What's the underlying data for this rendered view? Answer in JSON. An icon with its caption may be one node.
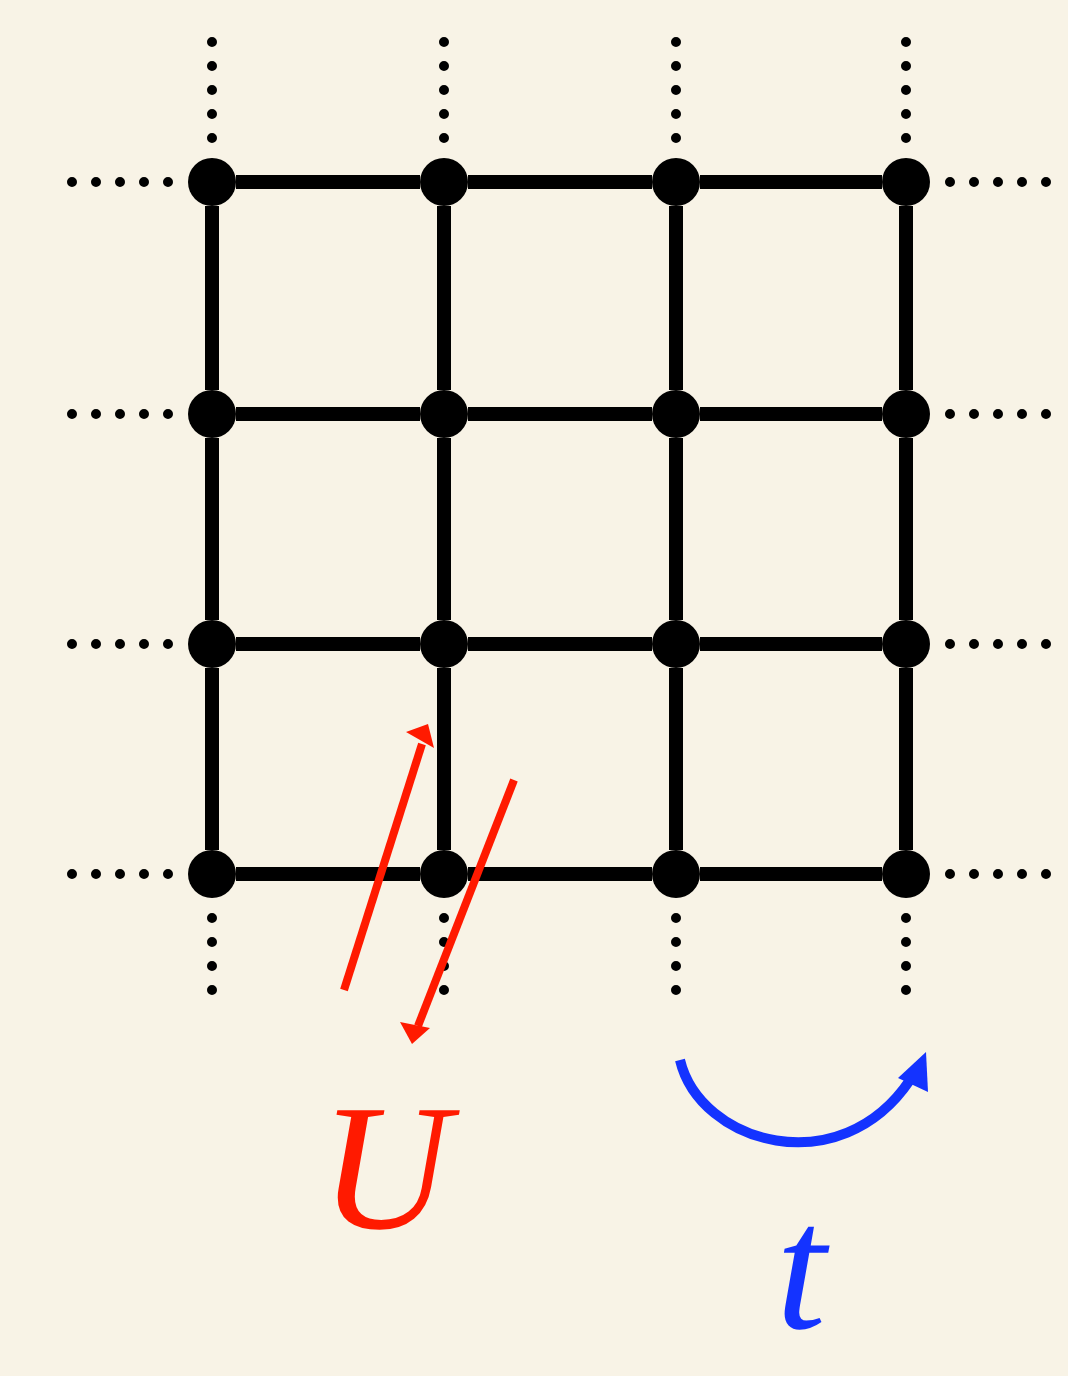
{
  "diagram": {
    "nodes": [
      {
        "text": [],
        "shape": "circle"
      },
      {
        "text": [],
        "shape": "circle"
      },
      {
        "text": [],
        "shape": "circle"
      },
      {
        "text": [],
        "shape": "circle"
      },
      {
        "text": [],
        "shape": "circle"
      },
      {
        "text": [],
        "shape": "circle"
      },
      {
        "text": [],
        "shape": "circle"
      },
      {
        "text": [],
        "shape": "circle"
      },
      {
        "text": [],
        "shape": "circle"
      },
      {
        "text": [],
        "shape": "circle"
      },
      {
        "text": [],
        "shape": "circle"
      },
      {
        "text": [],
        "shape": "circle"
      },
      {
        "text": [],
        "shape": "circle"
      },
      {
        "text": [],
        "shape": "circle"
      },
      {
        "text": [],
        "shape": "circle"
      },
      {
        "text": [],
        "shape": "circle"
      }
    ],
    "edges": [
      {
        "from": 0,
        "to": 1,
        "arrow": "none"
      },
      {
        "from": 1,
        "to": 2,
        "arrow": "none"
      },
      {
        "from": 2,
        "to": 3,
        "arrow": "none"
      },
      {
        "from": 4,
        "to": 5,
        "arrow": "none"
      },
      {
        "from": 5,
        "to": 6,
        "arrow": "none"
      },
      {
        "from": 6,
        "to": 7,
        "arrow": "none"
      },
      {
        "from": 8,
        "to": 9,
        "arrow": "none"
      },
      {
        "from": 9,
        "to": 10,
        "arrow": "none"
      },
      {
        "from": 10,
        "to": 11,
        "arrow": "none"
      },
      {
        "from": 12,
        "to": 13,
        "arrow": "none"
      },
      {
        "from": 13,
        "to": 14,
        "arrow": "none"
      },
      {
        "from": 14,
        "to": 15,
        "arrow": "none"
      },
      {
        "from": 0,
        "to": 4,
        "arrow": "none"
      },
      {
        "from": 4,
        "to": 8,
        "arrow": "none"
      },
      {
        "from": 8,
        "to": 12,
        "arrow": "none"
      },
      {
        "from": 1,
        "to": 5,
        "arrow": "none"
      },
      {
        "from": 5,
        "to": 9,
        "arrow": "none"
      },
      {
        "from": 9,
        "to": 13,
        "arrow": "none"
      },
      {
        "from": 2,
        "to": 6,
        "arrow": "none"
      },
      {
        "from": 6,
        "to": 10,
        "arrow": "none"
      },
      {
        "from": 10,
        "to": 14,
        "arrow": "none"
      },
      {
        "from": 3,
        "to": 7,
        "arrow": "none"
      },
      {
        "from": 7,
        "to": 11,
        "arrow": "none"
      },
      {
        "from": 11,
        "to": 15,
        "arrow": "none"
      },
      {
        "from": 0,
        "to": null,
        "arrow": "none",
        "style": "dashed"
      },
      {
        "from": 1,
        "to": null,
        "arrow": "none",
        "style": "dashed"
      },
      {
        "from": 2,
        "to": null,
        "arrow": "none",
        "style": "dashed"
      },
      {
        "from": 3,
        "to": null,
        "arrow": "none",
        "style": "dashed"
      },
      {
        "from": 0,
        "to": null,
        "arrow": "none",
        "style": "dashed"
      },
      {
        "from": 4,
        "to": null,
        "arrow": "none",
        "style": "dashed"
      },
      {
        "from": 8,
        "to": null,
        "arrow": "none",
        "style": "dashed"
      },
      {
        "from": 12,
        "to": null,
        "arrow": "none",
        "style": "dashed"
      },
      {
        "from": 3,
        "to": null,
        "arrow": "none",
        "style": "dashed"
      },
      {
        "from": 7,
        "to": null,
        "arrow": "none",
        "style": "dashed"
      },
      {
        "from": 11,
        "to": null,
        "arrow": "none",
        "style": "dashed"
      },
      {
        "from": 15,
        "to": null,
        "arrow": "none",
        "style": "dashed"
      },
      {
        "from": 12,
        "to": null,
        "arrow": "none",
        "style": "dashed"
      },
      {
        "from": 13,
        "to": null,
        "arrow": "none",
        "style": "dashed"
      },
      {
        "from": 14,
        "to": null,
        "arrow": "none",
        "style": "dashed"
      },
      {
        "from": 15,
        "to": null,
        "arrow": "none",
        "style": "dashed"
      }
    ],
    "labels": [
      "U",
      "t"
    ]
  }
}
